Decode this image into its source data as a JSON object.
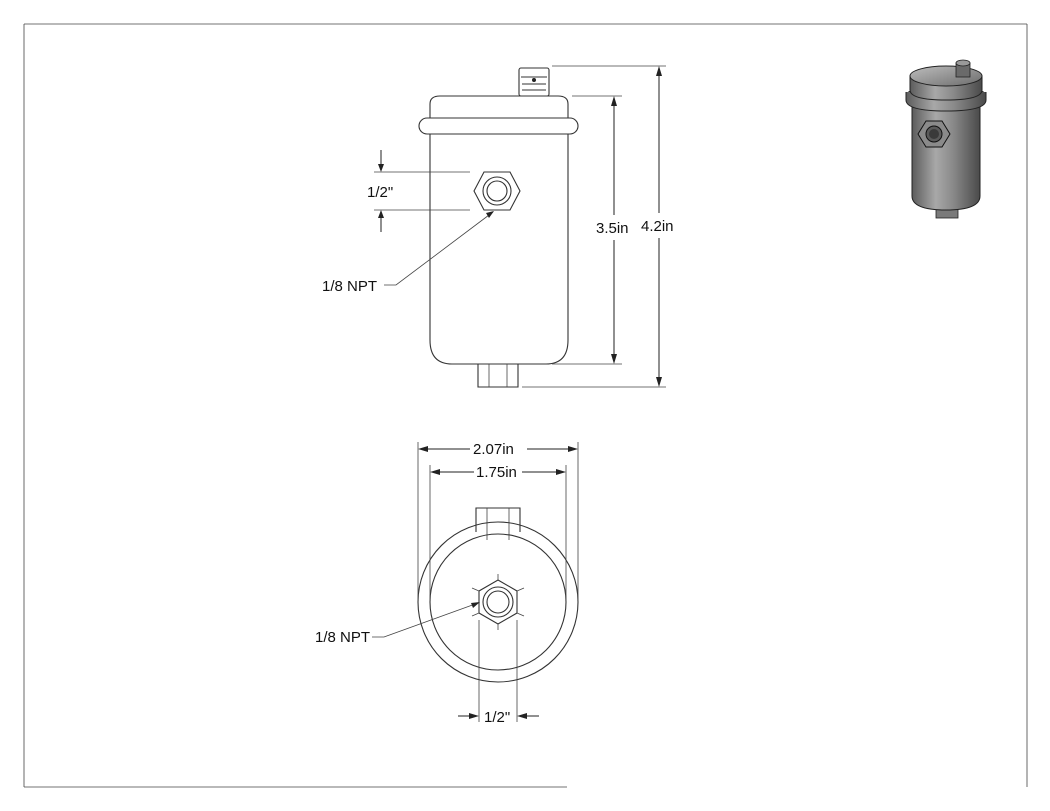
{
  "views": {
    "front": {
      "height_overall": "4.2in",
      "height_body": "3.5in",
      "port_size": "1/2\"",
      "port_label": "1/8 NPT"
    },
    "top": {
      "outer_diameter": "2.07in",
      "inner_diameter": "1.75in",
      "port_size": "1/2\"",
      "port_label": "1/8 NPT"
    },
    "iso": {
      "icon": "filter-canister-3d-icon"
    }
  }
}
